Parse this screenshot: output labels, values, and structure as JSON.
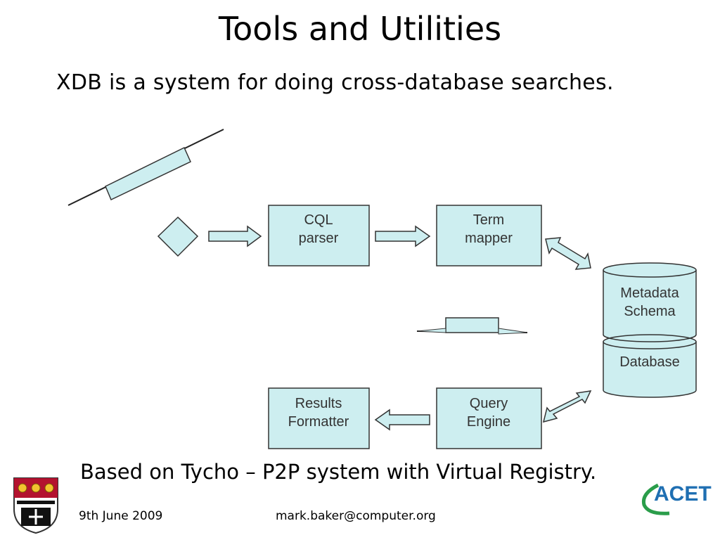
{
  "slide": {
    "title": "Tools and Utilities",
    "subtitle": "XDB is a system for doing cross-database searches.",
    "note": "Based on Tycho – P2P system with Virtual Registry.",
    "footer": {
      "date": "9th June 2009",
      "email": "mark.baker@computer.org"
    }
  },
  "diagram": {
    "fill_color": "#cdeef0",
    "stroke_color": "#333333",
    "boxes": [
      {
        "id": "cql-parser",
        "lines": [
          "CQL",
          "parser"
        ]
      },
      {
        "id": "term-mapper",
        "lines": [
          "Term",
          "mapper"
        ]
      },
      {
        "id": "results-formatter",
        "lines": [
          "Results",
          "Formatter"
        ]
      },
      {
        "id": "query-engine",
        "lines": [
          "Query",
          "Engine"
        ]
      }
    ],
    "database": {
      "top_lines": [
        "Metadata",
        "Schema"
      ],
      "bottom_lines": [
        "Database"
      ]
    }
  },
  "logos": {
    "left": "university-crest",
    "right_text": "ACET"
  }
}
